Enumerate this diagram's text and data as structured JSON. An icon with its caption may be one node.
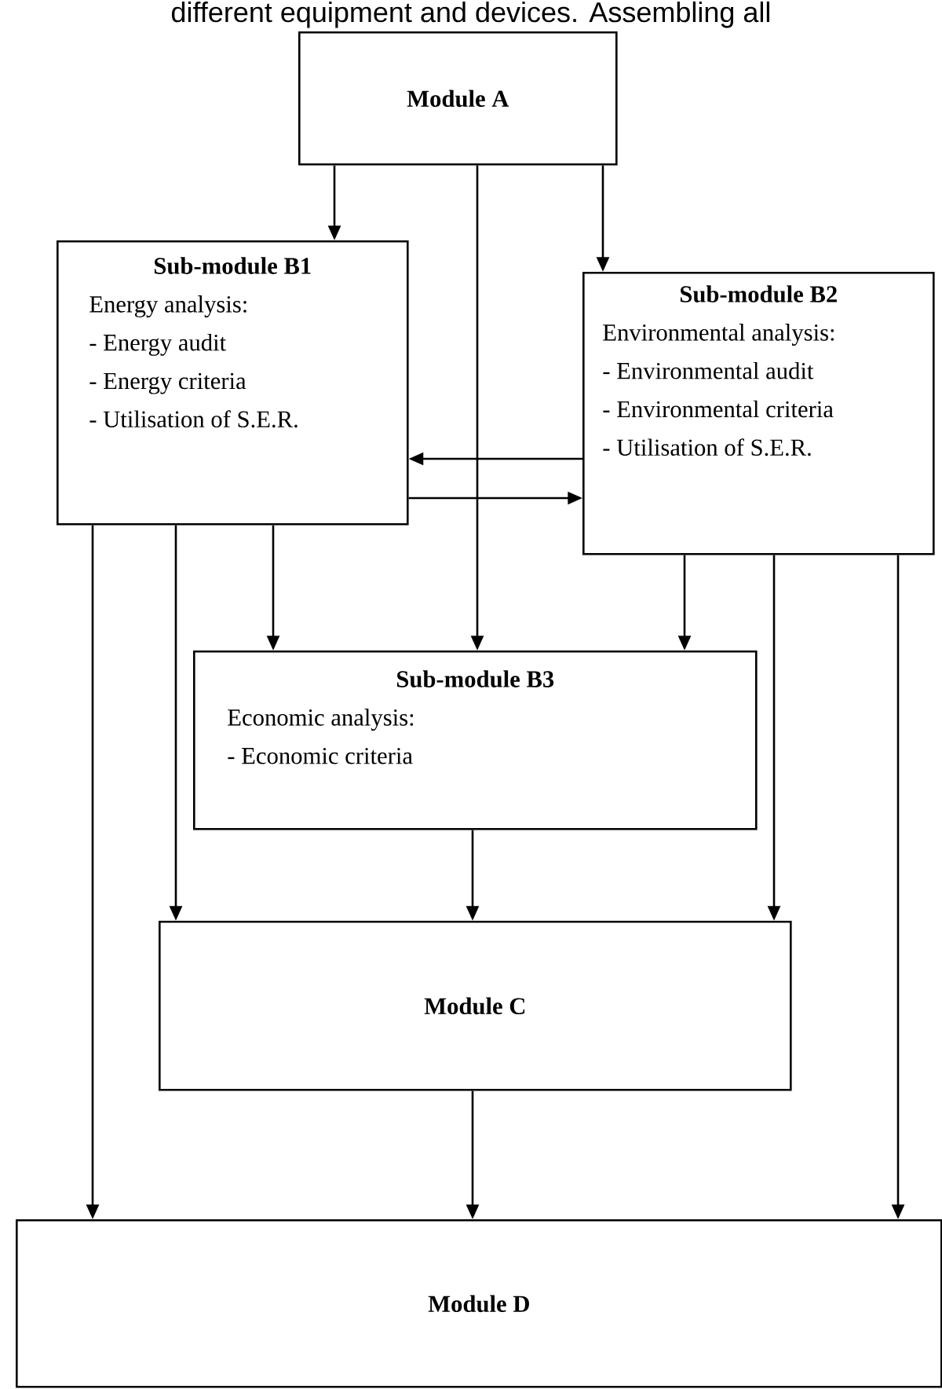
{
  "diagram": {
    "nodes": [
      {
        "text": [
          "Module A"
        ]
      },
      {
        "text": [
          "Sub-module B1",
          "Energy analysis:",
          "- Energy audit",
          "- Energy criteria",
          "- Utilisation of S.E.R."
        ]
      },
      {
        "text": [
          "Sub-module B2",
          "Environmental analysis:",
          "- Environmental audit",
          "- Environmental criteria",
          "- Utilisation of S.E.R."
        ]
      },
      {
        "text": [
          "Sub-module B3",
          "Economic analysis:",
          "- Economic criteria"
        ]
      },
      {
        "text": [
          "Module C"
        ]
      },
      {
        "text": [
          "Module D"
        ]
      }
    ],
    "edges": [
      {
        "from": 0,
        "to": 1,
        "arrow": "to"
      },
      {
        "from": 0,
        "to": 3,
        "arrow": "to"
      },
      {
        "from": 0,
        "to": 2,
        "arrow": "to"
      },
      {
        "from": 2,
        "to": 1,
        "arrow": "to"
      },
      {
        "from": 1,
        "to": 2,
        "arrow": "to"
      },
      {
        "from": 1,
        "to": 5,
        "arrow": "to"
      },
      {
        "from": 1,
        "to": 4,
        "arrow": "to"
      },
      {
        "from": 1,
        "to": 3,
        "arrow": "to"
      },
      {
        "from": 2,
        "to": 3,
        "arrow": "to"
      },
      {
        "from": 2,
        "to": 4,
        "arrow": "to"
      },
      {
        "from": 2,
        "to": 5,
        "arrow": "to"
      },
      {
        "from": 3,
        "to": 4,
        "arrow": "to"
      },
      {
        "from": 4,
        "to": 5,
        "arrow": "to"
      }
    ],
    "labels": [
      "different equipment and devices. Assembling all"
    ]
  }
}
